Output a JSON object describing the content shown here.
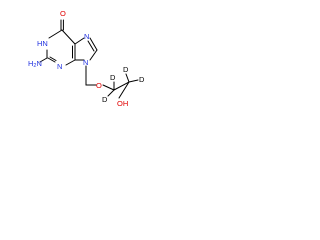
{
  "molecule": {
    "atom_colors": {
      "C": "#000000",
      "N": "#2233e0",
      "O": "#e00000",
      "D": "#000000"
    },
    "atom_labels": {
      "o_carbonyl": "O",
      "nh_ring": "HN",
      "nh2": "H2N",
      "n_ring_a": "N",
      "n_ring_b": "N",
      "n_imid_top": "N",
      "n_imid_bottom": "N",
      "o_ether": "O",
      "oh": "OH",
      "d1": "D",
      "d2": "D",
      "d3": "D",
      "d4": "D"
    }
  }
}
